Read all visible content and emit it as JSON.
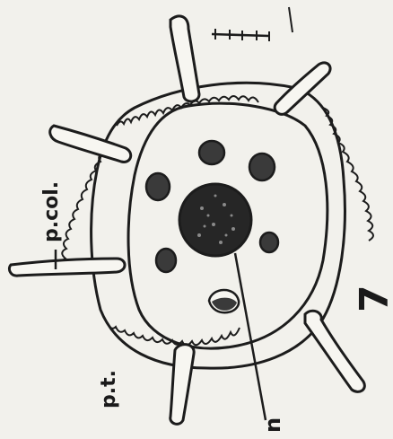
{
  "figure": {
    "background": "#f2f1ec",
    "ink": "#1c1c1c",
    "labels": {
      "pcol": "p.col.",
      "pt": "p.t.",
      "n": "n",
      "figure_number": "7"
    }
  }
}
